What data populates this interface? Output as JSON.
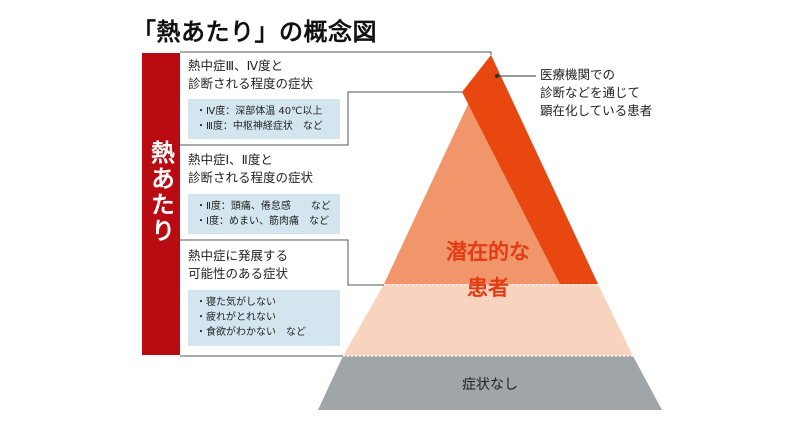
{
  "title": "「熱あたり」の概念図",
  "left_label": "熱あたり",
  "levels": [
    {
      "title": "熱中症Ⅲ、Ⅳ度と\n診断される程度の症状",
      "details": [
        "・Ⅳ度：深部体温 40℃以上",
        "・Ⅲ度：中枢神経症状　など"
      ]
    },
    {
      "title": "熱中症Ⅰ、Ⅱ度と\n診断される程度の症状",
      "details": [
        "・Ⅱ度：頭痛、倦怠感　　など",
        "・Ⅰ度：めまい、筋肉痛　など"
      ]
    },
    {
      "title": "熱中症に発展する\n可能性のある症状",
      "details": [
        "・寝た気がしない",
        "・疲れがとれない",
        "・食欲がわかない　など"
      ]
    }
  ],
  "pyramid": {
    "potential_label_line1": "潜在的な",
    "potential_label_line2": "患者",
    "no_symptom_label": "症状なし",
    "annotation": "医療機関での\n診断などを通じて\n顕在化している患者"
  },
  "colors": {
    "red_bar": "#b80b12",
    "tip": "#e8470f",
    "upper": "#f1956a",
    "middle": "#f8d3c0",
    "base": "#9fa5a8",
    "detail_box": "#d3e5ef",
    "accent_text": "#e23c12"
  }
}
